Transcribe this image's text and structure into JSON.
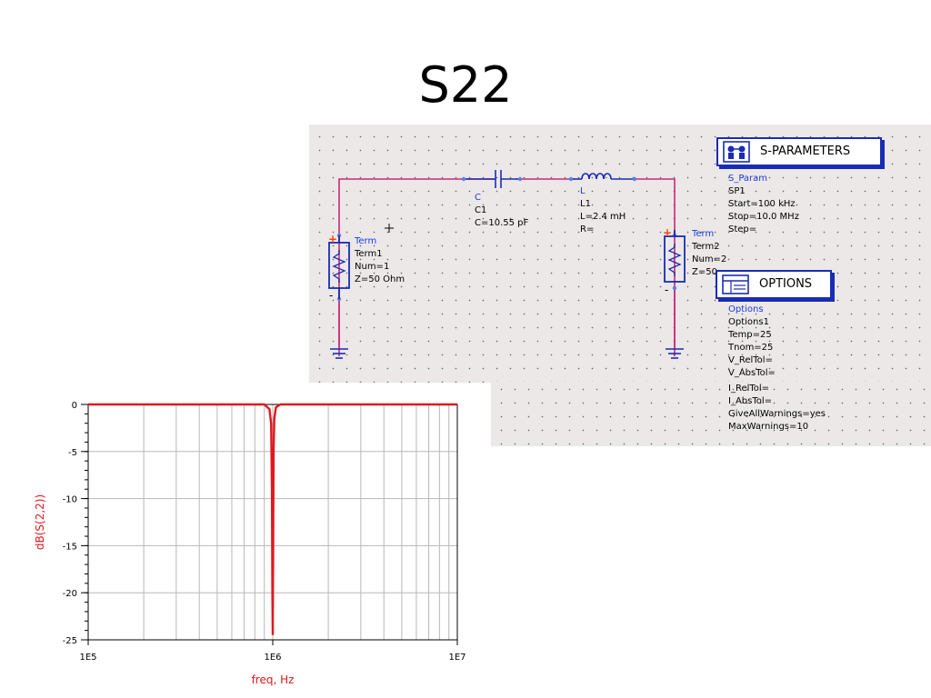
{
  "slide": {
    "title": "S22"
  },
  "schematic": {
    "term1": {
      "type": "Term",
      "name": "Term1",
      "num": "Num=1",
      "z": "Z=50 Ohm"
    },
    "c1": {
      "type": "C",
      "name": "C1",
      "value": "C=10.55 pF"
    },
    "l1": {
      "type": "L",
      "name": "L1",
      "value": "L=2.4 mH",
      "r": "R="
    },
    "term2": {
      "type": "Term",
      "name": "Term2",
      "num": "Num=2",
      "z": "Z=50"
    },
    "sparam": {
      "header": "S-PARAMETERS",
      "type": "S_Param",
      "name": "SP1",
      "start": "Start=100 kHz",
      "stop": "Stop=10.0 MHz",
      "step": "Step="
    },
    "options": {
      "header": "OPTIONS",
      "lines": [
        "Options",
        "Options1",
        "Temp=25",
        "Tnom=25",
        "V_RelTol=",
        "V_AbsTol=",
        "I_RelTol=",
        "I_AbsTol=",
        "GiveAllWarnings=yes",
        "MaxWarnings=10"
      ]
    },
    "colors": {
      "wire": "#c8287a",
      "component": "#1a2cb4",
      "label": "#1a3cdc",
      "node": "#6080e0",
      "plus": "#ff4400"
    }
  },
  "chart_data": {
    "type": "line",
    "xlabel": "freq, Hz",
    "ylabel": "dB(S(2,2))",
    "xscale": "log",
    "xlim": [
      100000,
      10000000
    ],
    "ylim": [
      -25,
      0
    ],
    "xticks": [
      {
        "value": 100000,
        "label": "1E5"
      },
      {
        "value": 1000000,
        "label": "1E6"
      },
      {
        "value": 10000000,
        "label": "1E7"
      }
    ],
    "yticks": [
      {
        "value": 0,
        "label": "0"
      },
      {
        "value": -5,
        "label": "-5"
      },
      {
        "value": -10,
        "label": "-10"
      },
      {
        "value": -15,
        "label": "-15"
      },
      {
        "value": -20,
        "label": "-20"
      },
      {
        "value": -25,
        "label": "-25"
      }
    ],
    "grid": true,
    "series": [
      {
        "color": "#e0181e",
        "x": [
          100000,
          900000,
          960000,
          980000,
          990000,
          995000,
          1000000,
          1002000,
          1005000,
          1010000,
          1020000,
          1040000,
          1100000,
          10000000
        ],
        "y": [
          0,
          0,
          -0.5,
          -2,
          -9,
          -20,
          -24.5,
          -20,
          -16.5,
          -5,
          -1.5,
          -0.3,
          0,
          0
        ]
      }
    ],
    "colors": {
      "series": "#e0181e",
      "axis_label": "#e0181e",
      "grid": "#b8b8b8",
      "axis": "#000000"
    }
  }
}
